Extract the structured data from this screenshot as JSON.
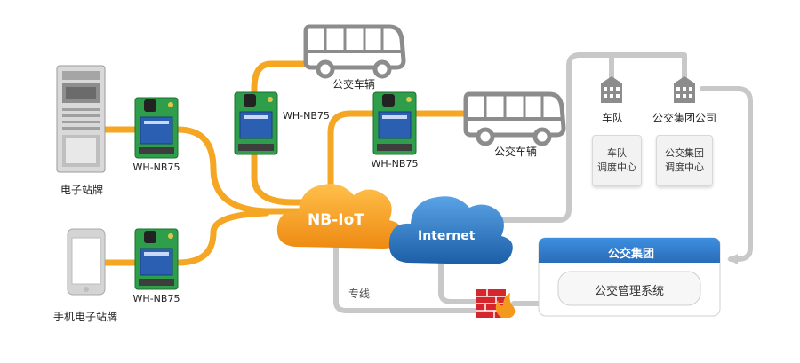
{
  "nodes": {
    "sign_label": "电子站牌",
    "phone_sign_label": "手机电子站牌",
    "module_top_left": "WH-NB75",
    "module_bottom_left": "WH-NB75",
    "module_bus_top": "WH-NB75",
    "module_bus_mid": "WH-NB75",
    "bus_top_label": "公交车辆",
    "bus_mid_label": "公交车辆",
    "nbiot_label": "NB-IoT",
    "internet_label": "Internet",
    "fleet_label": "车队",
    "group_company_label": "公交集团公司",
    "fleet_center_line1": "车队",
    "fleet_center_line2": "调度中心",
    "group_center_line1": "公交集团",
    "group_center_line2": "调度中心",
    "group_header": "公交集团",
    "mgmt_system": "公交管理系统",
    "dedicated_line": "专线"
  },
  "colors": {
    "orange_link": "#f5a623",
    "gray_link": "#c8c8c8",
    "nbiot_cloud": "#f39a1e",
    "internet_cloud": "#2a6fb8",
    "group_panel": "#2e7fd0",
    "pcb_green": "#2f9e4a",
    "firewall_red": "#d6262b"
  }
}
